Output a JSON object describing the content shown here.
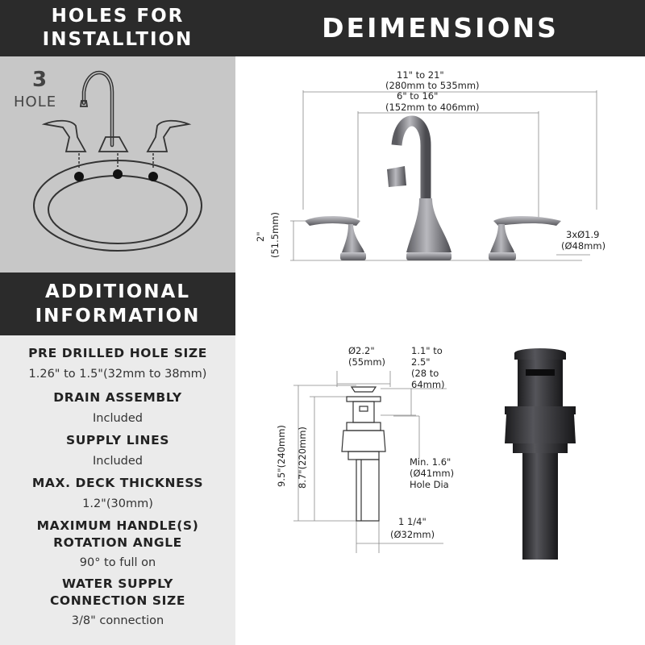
{
  "headers": {
    "holes_title_line1": "HOLES FOR",
    "holes_title_line2": "INSTALLTION",
    "dimensions_title": "DEIMENSIONS",
    "info_title_line1": "ADDITIONAL",
    "info_title_line2": "INFORMATION"
  },
  "holes": {
    "count": "3",
    "label": "HOLE"
  },
  "specs": [
    {
      "label": "PRE DRILLED HOLE SIZE",
      "value": "1.26\" to 1.5\"(32mm to 38mm)"
    },
    {
      "label": "DRAIN ASSEMBLY",
      "value": "Included"
    },
    {
      "label": "SUPPLY LINES",
      "value": "Included"
    },
    {
      "label": "MAX. DECK THICKNESS",
      "value": "1.2\"(30mm)"
    },
    {
      "label_line1": "MAXIMUM HANDLE(S)",
      "label_line2": "ROTATION ANGLE",
      "value": "90° to full on"
    },
    {
      "label_line1": "WATER SUPPLY",
      "label_line2": "CONNECTION SIZE",
      "value": "3/8\" connection"
    }
  ],
  "faucet_dims": {
    "overall_width": "11\" to 21\"",
    "overall_width_mm": "(280mm to 535mm)",
    "center_spread": "6\" to 16\"",
    "center_spread_mm": "(152mm to 406mm)",
    "handle_height": "2\"",
    "handle_height_mm": "(51.5mm)",
    "base_diameter": "3xØ1.9",
    "base_diameter_mm": "(Ø48mm)"
  },
  "drain_dims": {
    "cap_diameter": "Ø2.2\"",
    "cap_diameter_mm": "(55mm)",
    "thread_line1": "1.1\" to",
    "thread_line2": "2.5\"",
    "thread_line3": "(28 to",
    "thread_line4": "64mm)",
    "total_height": "9.5\"(240mm)",
    "body_height": "8.7\"(220mm)",
    "hole_line1": "Min. 1.6\"",
    "hole_line2": "(Ø41mm)",
    "hole_line3": "Hole Dia",
    "pipe_diameter": "1 1/4\"",
    "pipe_diameter_mm": "(Ø32mm)"
  }
}
